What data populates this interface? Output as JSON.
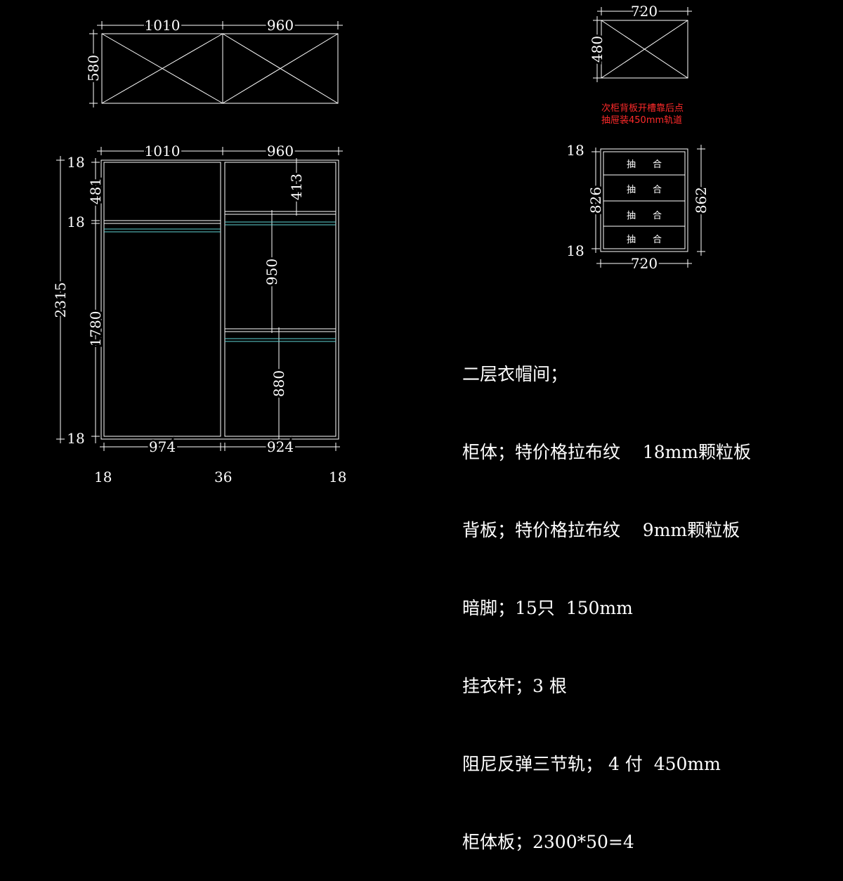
{
  "views": {
    "top_plan": {
      "widths": [
        "1010",
        "960"
      ],
      "depth": "580"
    },
    "front": {
      "overall_widths": [
        "1010",
        "960"
      ],
      "inner_widths": [
        "974",
        "924"
      ],
      "overall_height": "2315",
      "left_heights": [
        "481",
        "1780"
      ],
      "panel_thickness_labels": [
        "18",
        "18",
        "18"
      ],
      "right_heights": [
        "413",
        "950",
        "880"
      ],
      "bottom_labels": [
        "18",
        "36",
        "18"
      ]
    },
    "sub_cabinet_top": {
      "width": "720",
      "depth": "480"
    },
    "sub_cabinet_front": {
      "width": "720",
      "inner_height": "826",
      "overall_height": "862",
      "top_thickness": "18",
      "bottom_thickness": "18",
      "drawer_label_parts": [
        "抽",
        "合"
      ],
      "drawer_count": 4
    }
  },
  "red_note": {
    "line1": "次柜背板开槽靠后点",
    "line2": "抽屉装450mm轨道"
  },
  "notes": [
    "二层衣帽间；",
    "柜体；特价格拉布纹    18mm颗粒板",
    "背板；特价格拉布纹    9mm颗粒板",
    "暗脚；15只  150mm",
    "挂衣杆；3 根",
    "阻尼反弹三节轨； 4 付  450mm",
    "柜体板；2300*50=4"
  ],
  "colors": {
    "background": "#000000",
    "line": "#ffffff",
    "accent": "#5fd3d3",
    "note_red": "#ff2a2a"
  }
}
